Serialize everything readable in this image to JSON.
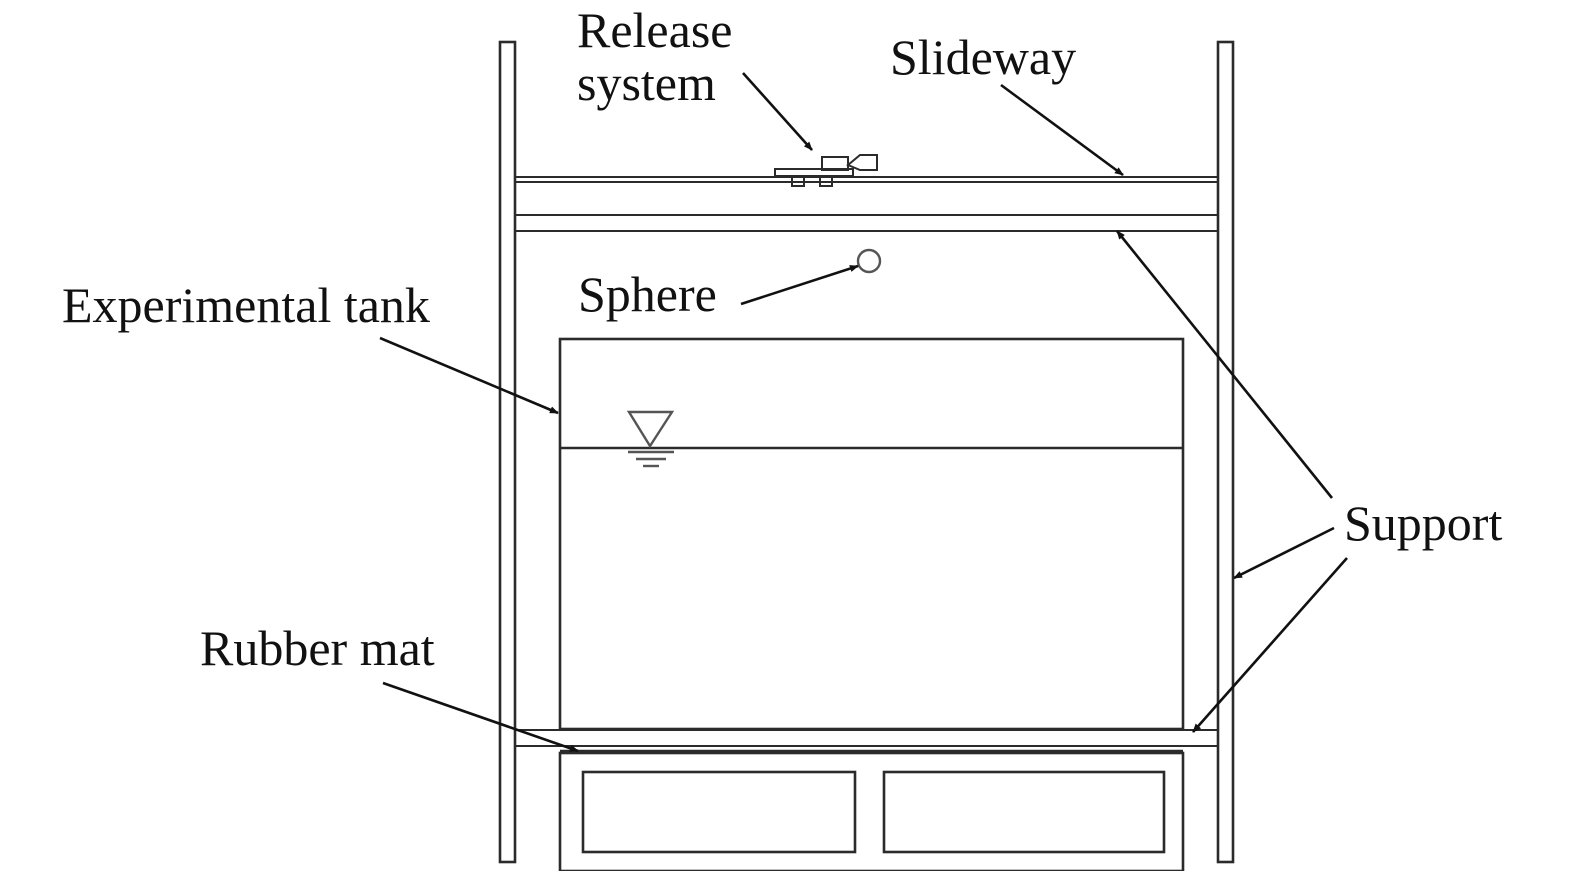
{
  "labels": {
    "release_line1": "Release",
    "release_line2": "system",
    "slideway": "Slideway",
    "sphere": "Sphere",
    "experimental_tank": "Experimental tank",
    "support": "Support",
    "rubber_mat": "Rubber mat"
  }
}
